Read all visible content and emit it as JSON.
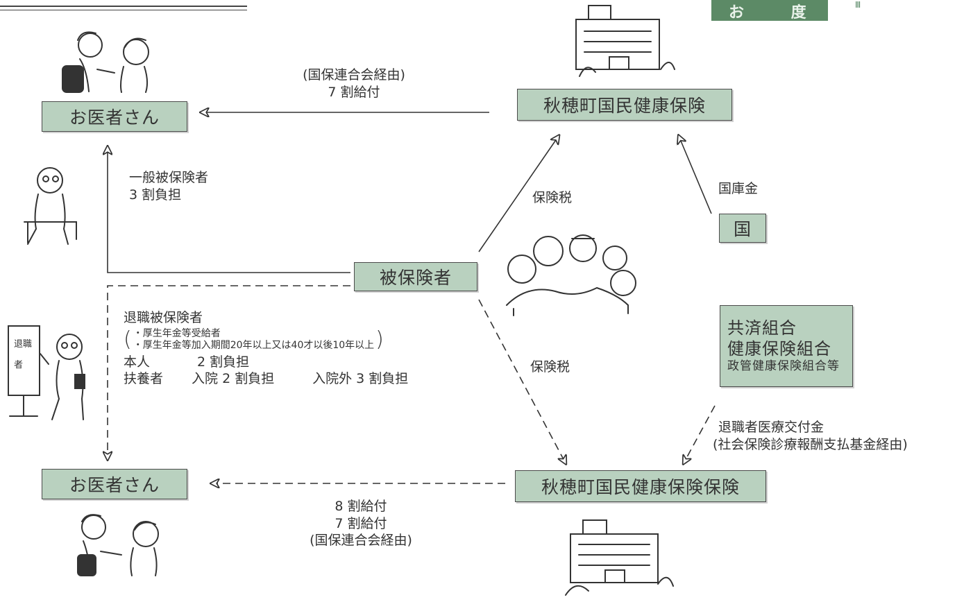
{
  "header": {
    "banner_text": "お 度",
    "corner_mark": "Ⅲ"
  },
  "nodes": {
    "doctor_top": "お医者さん",
    "doctor_bottom": "お医者さん",
    "akiho_nhi": "秋穂町国民健康保険",
    "akiho_nhi_bottom": "秋穂町国民健康保険保険",
    "insured": "被保険者",
    "country": "国",
    "mutual": [
      "共済組合",
      "健康保険組合",
      "政管健康保険組合等"
    ]
  },
  "labels": {
    "top_route": "(国保連合会経由)",
    "top_benefit": "7 割給付",
    "general_insured": "一般被保険者",
    "general_burden": "3 割負担",
    "tax_upper": "保険税",
    "tax_lower": "保険税",
    "subsidy": "国庫金",
    "retired_title": "退職被保険者",
    "retired_cond_1": "・厚生年金等受給者",
    "retired_cond_2": "・厚生年金等加入期間20年以上又は40才以後10年以上",
    "self_label": "本人",
    "self_burden": "2 割負担",
    "dependent_label": "扶養者",
    "dependent_inpatient": "入院 2 割負担",
    "dependent_outpatient": "入院外 3 割負担",
    "grant_title": "退職者医療交付金",
    "grant_route": "(社会保険診療報酬支払基金経由)",
    "bottom_benefit_1": "8 割給付",
    "bottom_benefit_2": "7 割給付",
    "bottom_route": "(国保連合会経由)"
  },
  "colors": {
    "box_fill": "#b9d1bf",
    "line": "#333333",
    "banner": "#5c8a66"
  },
  "illustrations": [
    "doctor-and-patient",
    "town-hall-building",
    "seated-man",
    "group-of-people",
    "retiree-with-sign",
    "doctor-and-patient",
    "town-hall-building"
  ]
}
